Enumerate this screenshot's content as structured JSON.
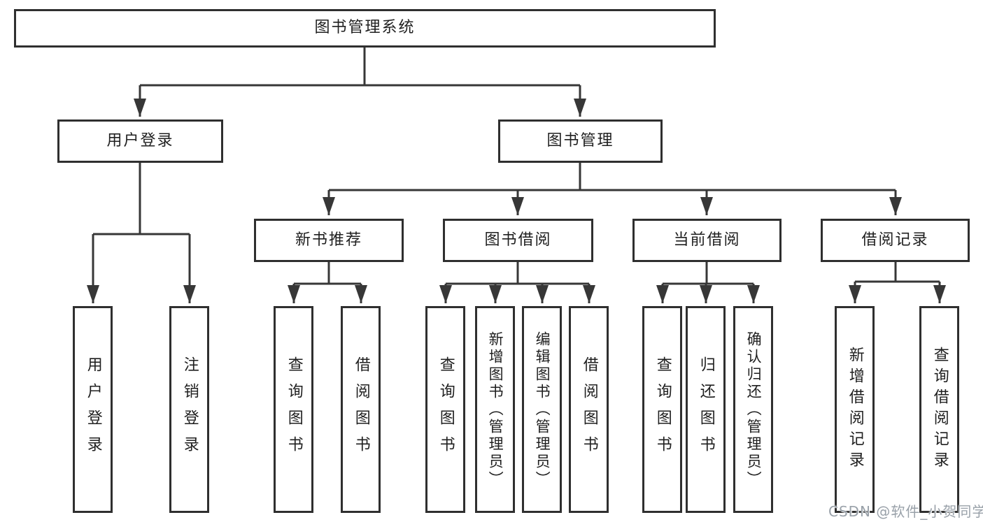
{
  "title": {
    "label": "图书管理系统"
  },
  "level2": {
    "user_login": {
      "label": "用户登录"
    },
    "book_management": {
      "label": "图书管理"
    }
  },
  "level3": {
    "new_book_recommend": {
      "label": "新书推荐"
    },
    "book_borrow": {
      "label": "图书借阅"
    },
    "current_borrow": {
      "label": "当前借阅"
    },
    "borrow_records": {
      "label": "借阅记录"
    }
  },
  "leaves": {
    "user_login_action": {
      "label": "用户登录"
    },
    "logout_action": {
      "label": "注销登录"
    },
    "nbr_query_book": {
      "label": "查询图书"
    },
    "nbr_borrow_book": {
      "label": "借阅图书"
    },
    "bb_query_book": {
      "label": "查询图书"
    },
    "bb_add_book": {
      "label": "新增图书（管理员）"
    },
    "bb_edit_book": {
      "label": "编辑图书（管理员）"
    },
    "bb_borrow_book": {
      "label": "借阅图书"
    },
    "cb_query_book": {
      "label": "查询图书"
    },
    "cb_return_book": {
      "label": "归还图书"
    },
    "cb_confirm_return": {
      "label": "确认归还（管理员）"
    },
    "br_add_record": {
      "label": "新增借阅记录"
    },
    "br_query_record": {
      "label": "查询借阅记录"
    }
  },
  "watermark": {
    "text": "CSDN @软件_小贺同学"
  },
  "colors": {
    "line": "#373737",
    "box_border": "#2f2f2f",
    "text": "#1f1f1f",
    "watermark": "#99a1a9",
    "background": "#ffffff"
  }
}
